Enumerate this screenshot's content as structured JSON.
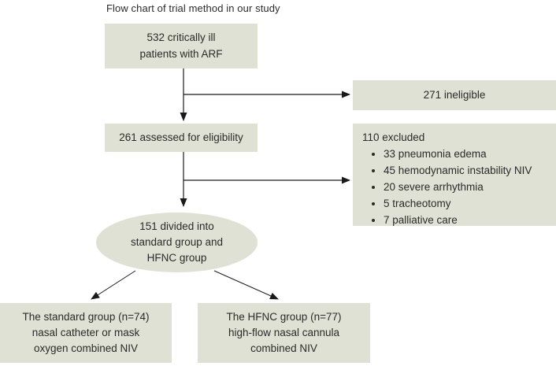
{
  "title": "Flow chart of trial method in our study",
  "colors": {
    "node_fill": "#dee1d3",
    "text": "#2b2b2b",
    "arrow": "#1a1a1a"
  },
  "nodes": {
    "patients": {
      "text": "532 critically ill\npatients with ARF"
    },
    "ineligible": {
      "text": "271 ineligible"
    },
    "assessed": {
      "text": "261 assessed for eligibility"
    },
    "excluded": {
      "heading": "110 excluded",
      "items": [
        "33 pneumonia edema",
        "45 hemodynamic instability NIV",
        "20 severe arrhythmia",
        "5 tracheotomy",
        "7 palliative care"
      ]
    },
    "divided": {
      "text": "151 divided into\nstandard group and\nHFNC group"
    },
    "standard_group": {
      "text": "The standard group (n=74)\nnasal catheter or mask\noxygen combined NIV"
    },
    "hfnc_group": {
      "text": "The HFNC group (n=77)\nhigh-flow nasal cannula\ncombined NIV"
    }
  }
}
